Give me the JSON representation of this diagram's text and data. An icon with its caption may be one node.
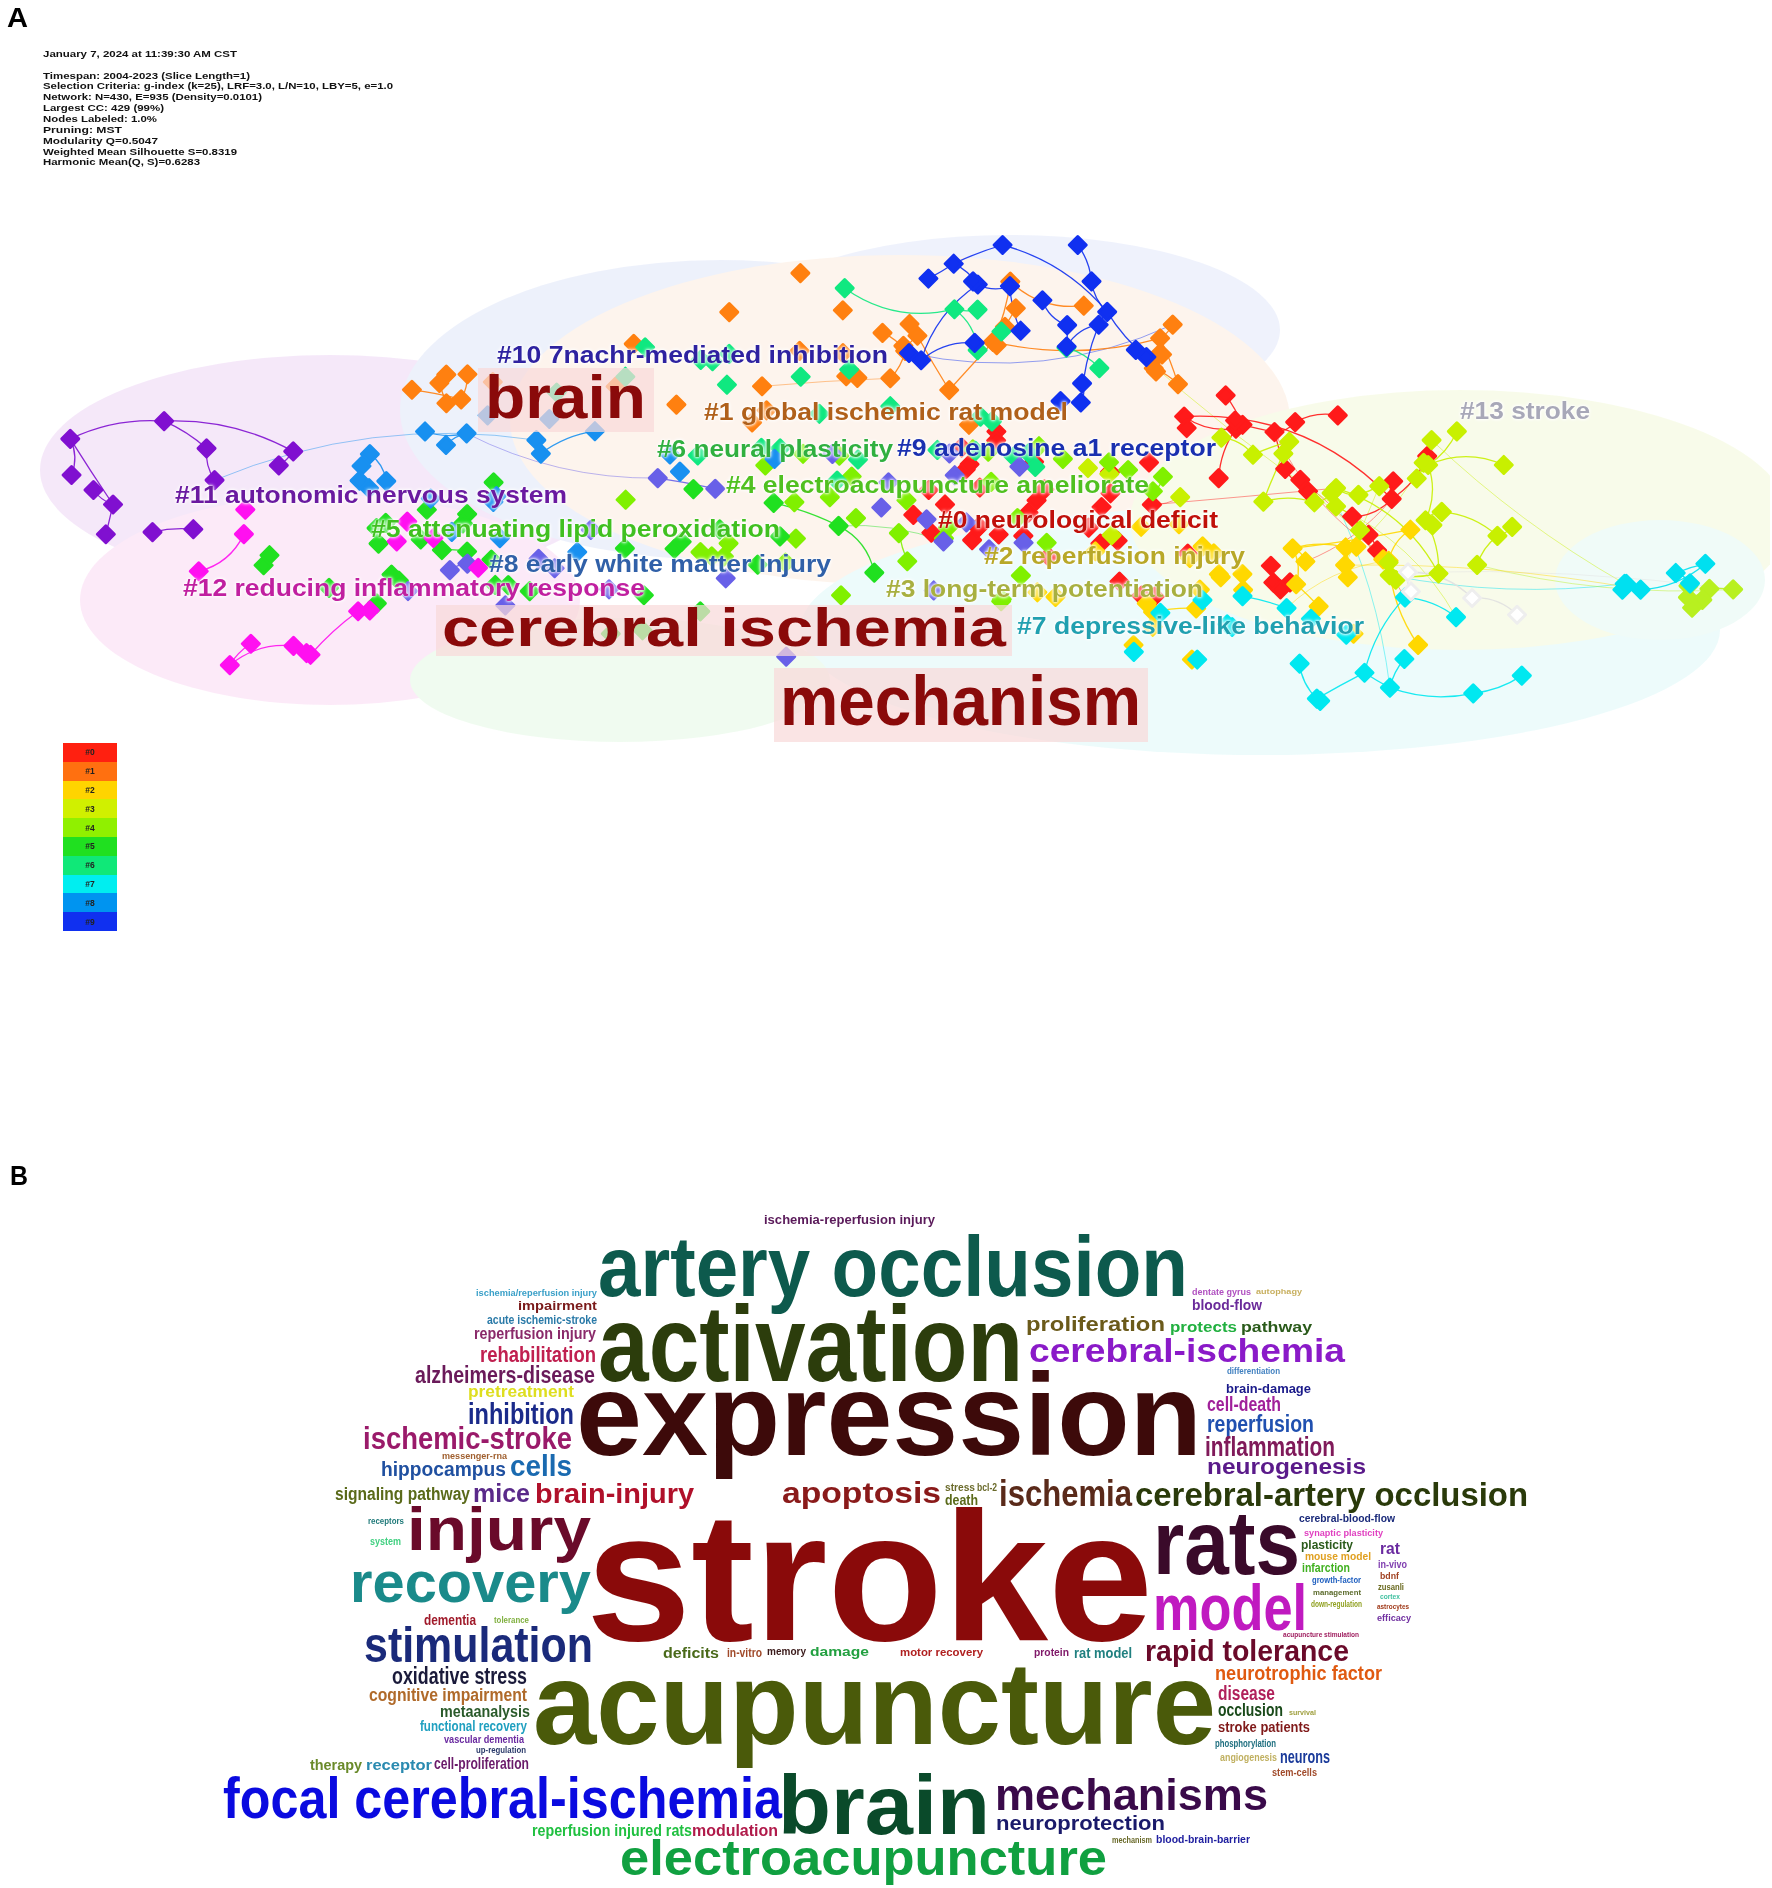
{
  "diagram": {
    "nodes": [
      {
        "text": [
          "brain"
        ]
      },
      {
        "text": [
          "cerebral ischemia"
        ]
      },
      {
        "text": [
          "mechanism"
        ]
      }
    ],
    "labels": [
      "A",
      "January 7, 2024 at 11:39:30 AM CST",
      "Timespan: 2004-2023 (Slice Length=1)",
      "Selection Criteria: g-index (k=25), LRF=3.0, L/N=10, LBY=5, e=1.0",
      "Network: N=430, E=935 (Density=0.0101)",
      "Largest CC: 429 (99%)",
      "Nodes Labeled: 1.0%",
      "Pruning: MST",
      "Modularity Q=0.5047",
      "Weighted Mean Silhouette S=0.8319",
      "Harmonic Mean(Q, S)=0.6283",
      "#10 7nachr-mediated inhibition",
      "#13 stroke",
      "#1 global ischemic rat model",
      "#6 neural plasticity",
      "#9 adenosine a1 receptor",
      "#4 electroacupuncture ameliorate",
      "#11 autonomic nervous system",
      "#0 neurological deficit",
      "#5 attenuating lipid peroxidation",
      "#2 reperfusion injury",
      "#8 early white matter injury",
      "#3 long-term potentiation",
      "#12 reducing inflammatory response",
      "#7 depressive-like behavior",
      "B",
      "ischemia-reperfusion injury",
      "artery occlusion",
      "ischemia/reperfusion injury",
      "impairment",
      "autophagy",
      "blood-flow",
      "dentate gyrus",
      "activation",
      "proliferation",
      "acute ischemic-stroke",
      "reperfusion injury",
      "cerebral-ischemia",
      "rehabilitation",
      "alzheimers-disease",
      "protects",
      "pathway",
      "differentiation",
      "expression",
      "pretreatment",
      "brain-damage",
      "cell-death",
      "inhibition",
      "reperfusion",
      "ischemic-stroke",
      "inflammation",
      "messenger-rna",
      "cells",
      "neurogenesis",
      "hippocampus",
      "apoptosis",
      "ischemia",
      "cerebral-artery occlusion",
      "signaling pathway",
      "mice",
      "brain-injury",
      "stress",
      "stroke",
      "death",
      "injury",
      "receptors",
      "bcl-2",
      "rats",
      "cerebral-blood-flow",
      "synaptic plasticity",
      "plasticity",
      "mouse model",
      "system",
      "infarction",
      "rat",
      "recovery",
      "growth-factor",
      "in-vivo",
      "model",
      "management",
      "bdnf",
      "zusanli",
      "down-regulation",
      "cortex",
      "tolerance",
      "dementia",
      "stimulation",
      "astrocytes",
      "acupuncture stimulation",
      "efficacy",
      "rapid tolerance",
      "deficits",
      "damage",
      "memory",
      "in-vitro",
      "motor recovery",
      "protein",
      "rat model",
      "acupuncture",
      "neurotrophic factor",
      "oxidative stress",
      "disease",
      "cognitive impairment",
      "occlusion",
      "metaanalysis",
      "survival",
      "functional recovery",
      "stroke patients",
      "vascular dementia",
      "phosphorylation",
      "up-regulation",
      "cell-proliferation",
      "therapy",
      "receptor",
      "neurons",
      "angiogenesis",
      "stem-cells",
      "brain",
      "mechanisms",
      "focal cerebral-ischemia",
      "neuroprotection",
      "reperfusion injured rats",
      "modulation",
      "mechanism",
      "blood-brain-barrier",
      "electroacupuncture"
    ],
    "legend": [
      {
        "text": "#0",
        "color": "#ff2010"
      },
      {
        "text": "#1",
        "color": "#ff7010"
      },
      {
        "text": "#2",
        "color": "#ffd400"
      },
      {
        "text": "#3",
        "color": "#d0f000"
      },
      {
        "text": "#4",
        "color": "#90f000"
      },
      {
        "text": "#5",
        "color": "#20e020"
      },
      {
        "text": "#6",
        "color": "#10e878"
      },
      {
        "text": "#7",
        "color": "#00eef0"
      },
      {
        "text": "#8",
        "color": "#0094f0"
      },
      {
        "text": "#9",
        "color": "#1030f0"
      }
    ]
  }
}
